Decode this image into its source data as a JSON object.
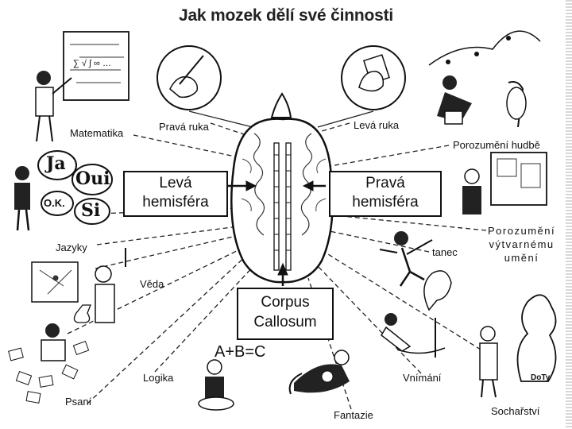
{
  "title": "Jak mozek dělí své činnosti",
  "hemispheres": {
    "left": [
      "Levá",
      "hemisféra"
    ],
    "right": [
      "Pravá",
      "hemisféra"
    ],
    "center": [
      "Corpus",
      "Callosum"
    ]
  },
  "labels": {
    "prava_ruka": "Pravá ruka",
    "leva_ruka": "Levá ruka",
    "matematika": "Matematika",
    "jazyky": "Jazyky",
    "veda": "Věda",
    "logika": "Logika",
    "psani": "Psaní",
    "fantazie": "Fantazie",
    "vnimani": "Vnímání",
    "socharstvi": "Sochařství",
    "tanec": "tanec",
    "hudba": "Porozumění hudbě",
    "vytvarne": [
      "Porozumění",
      "výtvarnému",
      "umění"
    ]
  },
  "speech": {
    "ja": "Ja",
    "oui": "Oui",
    "ok": "O.K.",
    "si": "Si"
  },
  "formula": "A+B=C",
  "board_text": "∑ √ ∫ ∞ …",
  "sign": "DoTy"
}
